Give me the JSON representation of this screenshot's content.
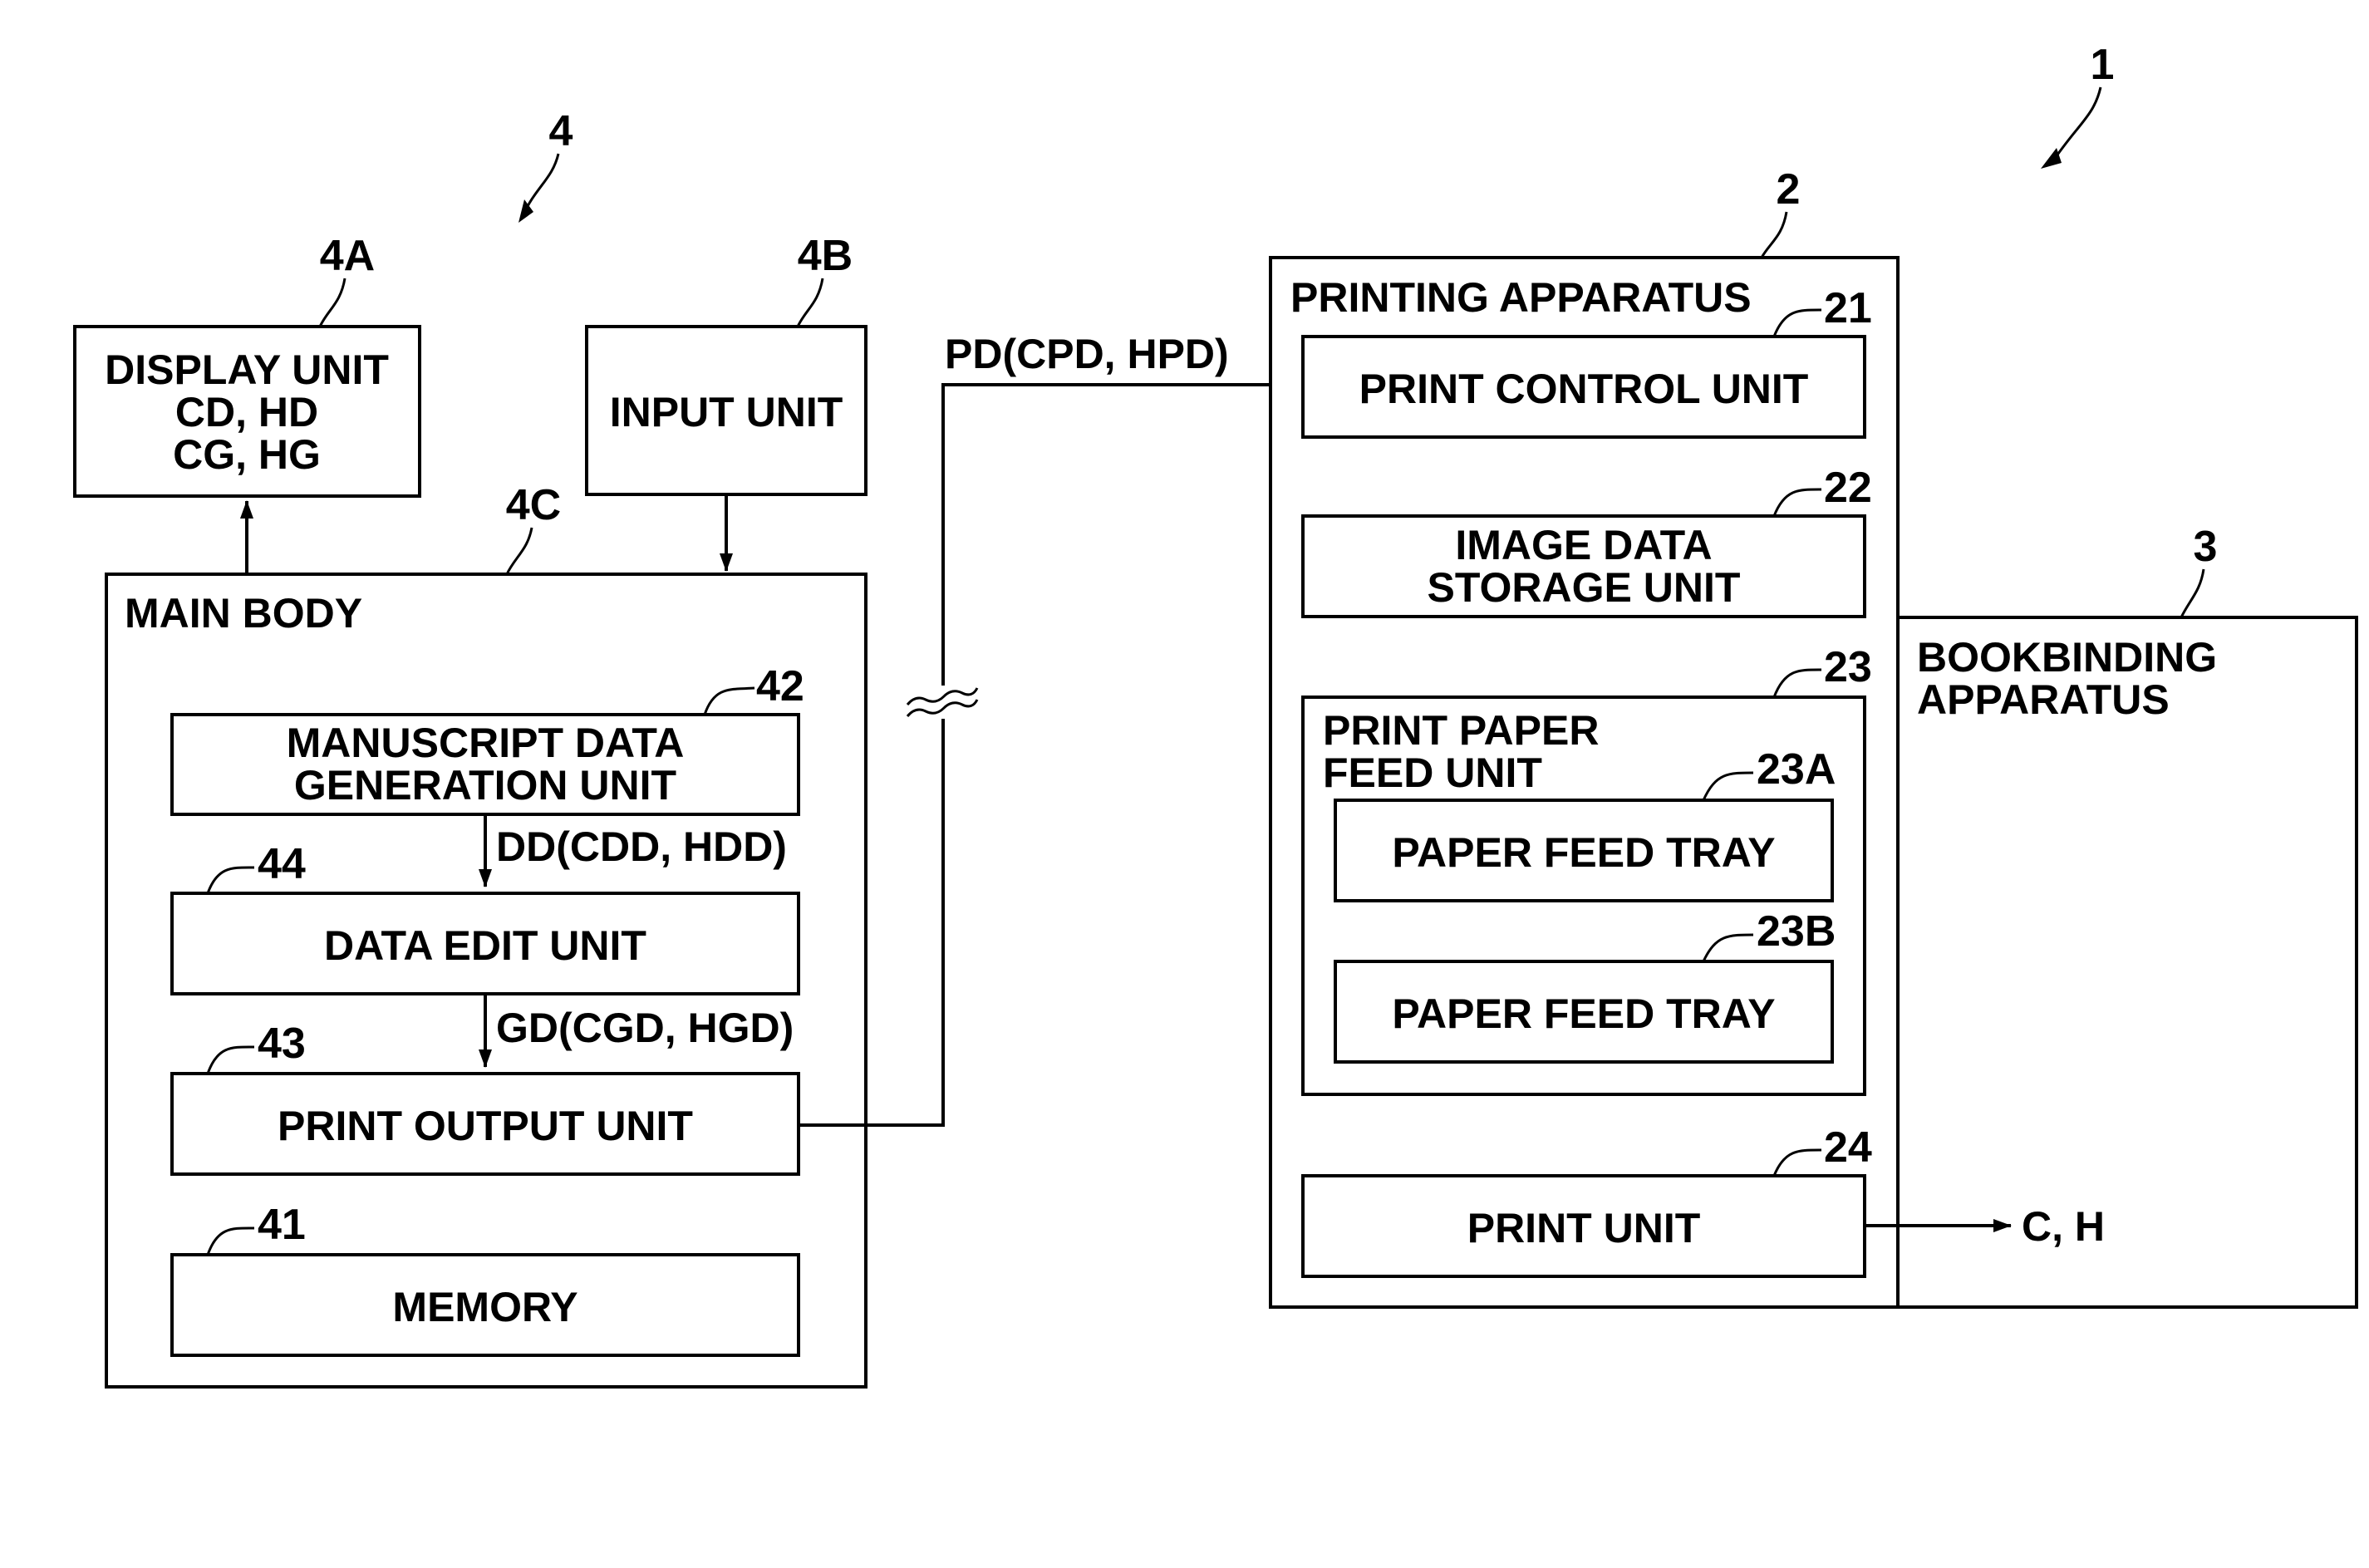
{
  "refs": {
    "system": "1",
    "printing_apparatus": "2",
    "bookbinding_apparatus": "3",
    "terminal": "4",
    "display_unit": "4A",
    "input_unit": "4B",
    "main_body": "4C",
    "print_control_unit": "21",
    "image_data_storage_unit": "22",
    "print_paper_feed_unit": "23",
    "paper_feed_tray_a": "23A",
    "paper_feed_tray_b": "23B",
    "print_unit": "24",
    "memory": "41",
    "manuscript_data_generation_unit": "42",
    "print_output_unit": "43",
    "data_edit_unit": "44"
  },
  "blocks": {
    "display_unit": {
      "line1": "DISPLAY UNIT",
      "line2": "CD, HD",
      "line3": "CG, HG"
    },
    "input_unit": "INPUT UNIT",
    "main_body": "MAIN BODY",
    "manuscript_data_generation_unit": {
      "line1": "MANUSCRIPT DATA",
      "line2": "GENERATION UNIT"
    },
    "data_edit_unit": "DATA EDIT UNIT",
    "print_output_unit": "PRINT OUTPUT UNIT",
    "memory": "MEMORY",
    "printing_apparatus": "PRINTING APPARATUS",
    "print_control_unit": "PRINT CONTROL UNIT",
    "image_data_storage_unit": {
      "line1": "IMAGE DATA",
      "line2": "STORAGE UNIT"
    },
    "print_paper_feed_unit": {
      "line1": "PRINT PAPER",
      "line2": "FEED UNIT"
    },
    "paper_feed_tray_a": "PAPER FEED TRAY",
    "paper_feed_tray_b": "PAPER FEED TRAY",
    "print_unit": "PRINT UNIT",
    "bookbinding_apparatus": {
      "line1": "BOOKBINDING",
      "line2": "APPARATUS"
    }
  },
  "signals": {
    "dd": "DD(CDD, HDD)",
    "gd": "GD(CGD, HGD)",
    "pd": "PD(CPD, HPD)",
    "output": "C, H"
  }
}
